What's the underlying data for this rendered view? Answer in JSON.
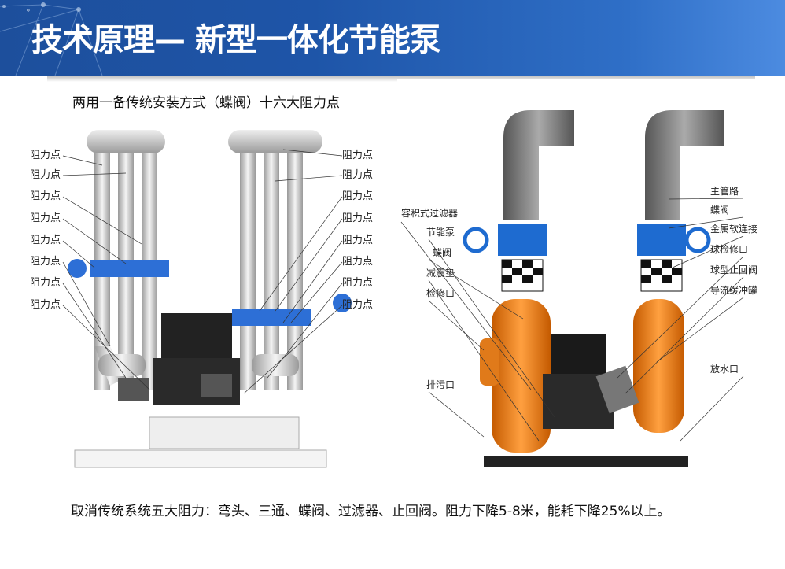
{
  "slide": {
    "title": "技术原理— 新型一体化节能泵",
    "bullet_dot": "。"
  },
  "left_figure": {
    "title": "两用一备传统安装方式（蝶阀）十六大阻力点",
    "left_labels": [
      "阻力点",
      "阻力点",
      "阻力点",
      "阻力点",
      "阻力点",
      "阻力点",
      "阻力点",
      "阻力点"
    ],
    "right_labels": [
      "阻力点",
      "阻力点",
      "阻力点",
      "阻力点",
      "阻力点",
      "阻力点",
      "阻力点",
      "阻力点"
    ]
  },
  "right_figure": {
    "left_labels": [
      "容积式过滤器",
      "节能泵",
      "蝶阀",
      "减震垫",
      "检修口",
      "排污口"
    ],
    "right_labels": [
      "主管路",
      "蝶阀",
      "金属软连接",
      "球检修口",
      "球型止回阀",
      "导流缓冲罐",
      "放水口"
    ]
  },
  "caption": "取消传统系统五大阻力：弯头、三通、蝶阀、过滤器、止回阀。阻力下降5-8米，能耗下降25%以上。"
}
